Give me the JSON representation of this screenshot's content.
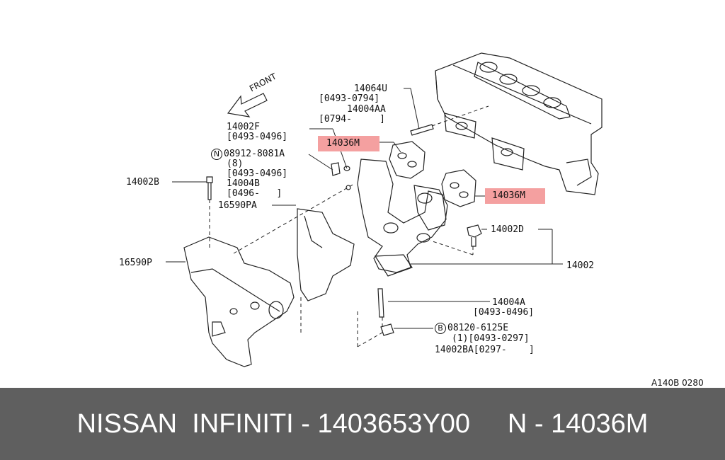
{
  "diagram": {
    "front_label": "FRONT",
    "ref_code": "A140B 0280",
    "labels": {
      "p14064U": "14064U",
      "p14064U_date": "[0493-0794]",
      "p14004AA": "14004AA",
      "p14004AA_date": "[0794-     ]",
      "p14002F": "14002F",
      "p14002F_date": "[0493-0496]",
      "p14036M_a": "14036M",
      "p14036M_b": "14036M",
      "nut_symbol": "N",
      "nut_part": "08912-8081A",
      "nut_qty": "(8)",
      "nut_date": "[0493-0496]",
      "p14004B": "14004B",
      "p14004B_date": "[0496-   ]",
      "p14002B": "14002B",
      "p16590PA": "16590PA",
      "p16590P": "16590P",
      "p14002D": "14002D",
      "p14002": "14002",
      "p14004A": "14004A",
      "p14004A_date": "[0493-0496]",
      "bolt_symbol": "B",
      "bolt_part": "08120-6125E",
      "bolt_qty_date": "(1)[0493-0297]",
      "p14002BA": "14002BA[0297-    ]"
    },
    "highlight_color": "#f4a0a0"
  },
  "footer": {
    "text": "NISSAN  INFINITI - 1403653Y00     N - 14036M",
    "bg_color": "#5f5f5f"
  }
}
